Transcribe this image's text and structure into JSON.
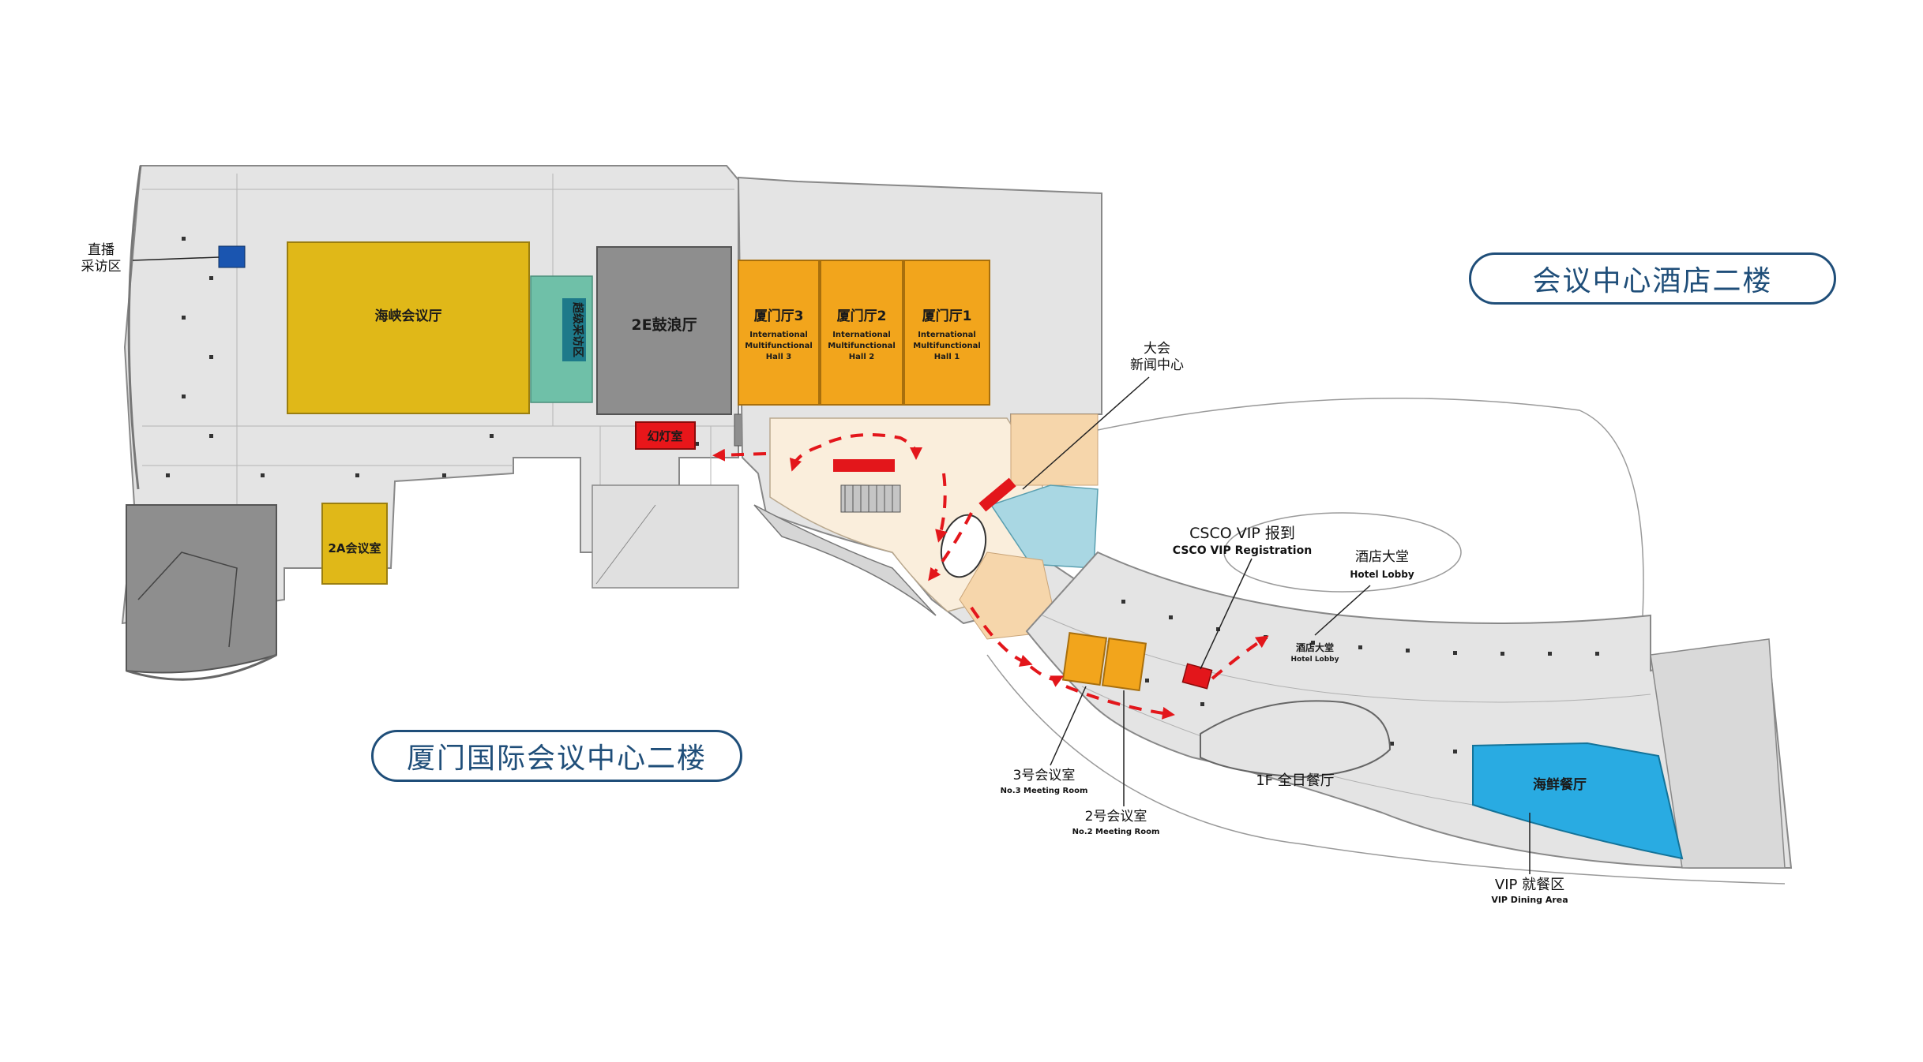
{
  "titles": {
    "hotel_floor": "会议中心酒店二楼",
    "center_floor": "厦门国际会议中心二楼"
  },
  "rooms": {
    "haixia": "海峡会议厅",
    "guluang": "2E鼓浪厅",
    "super_interview": "超级采访区",
    "slide_room": "幻灯室",
    "room_2a": "2A会议室",
    "hall3_cn": "厦门厅3",
    "hall2_cn": "厦门厅2",
    "hall1_cn": "厦门厅1",
    "hall_sub_1": "International",
    "hall_sub_2": "Multifunctional",
    "hall3_en": "Hall 3",
    "hall2_en": "Hall 2",
    "hall1_en": "Hall 1",
    "seafood": "海鲜餐厅",
    "all_day_dining": "1F 全日餐厅",
    "hotel_lobby_inner_cn": "酒店大堂",
    "hotel_lobby_inner_en": "Hotel Lobby"
  },
  "callouts": {
    "broadcast_line1": "直播",
    "broadcast_line2": "采访区",
    "press_line1": "大会",
    "press_line2": "新闻中心",
    "csco_cn": "CSCO VIP 报到",
    "csco_en": "CSCO VIP Registration",
    "lobby_cn": "酒店大堂",
    "lobby_en": "Hotel Lobby",
    "meeting3_cn": "3号会议室",
    "meeting3_en": "No.3 Meeting Room",
    "meeting2_cn": "2号会议室",
    "meeting2_en": "No.2 Meeting Room",
    "vip_cn": "VIP 就餐区",
    "vip_en": "VIP Dining Area"
  },
  "colors": {
    "yellow_hall": "#e0b818",
    "orange_hall": "#f2a51c",
    "gray_hall": "#8e8e8e",
    "teal": "#6fc0a8",
    "slide_red": "#e8161a",
    "seafood_blue": "#29abe2",
    "route_red": "#e3161b",
    "title_blue": "#1f4e79",
    "floor_gray": "#e4e4e4"
  }
}
